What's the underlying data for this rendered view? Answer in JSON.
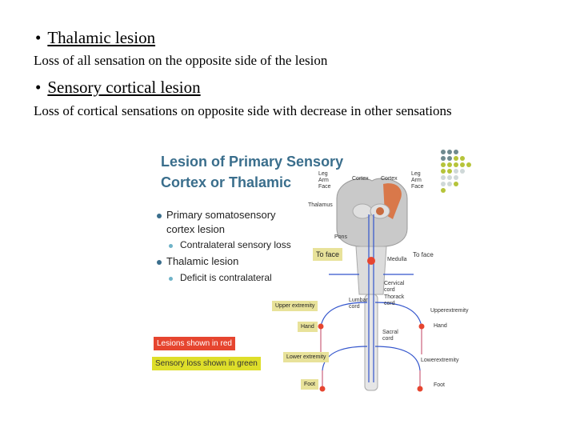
{
  "bullets": [
    {
      "heading": "Thalamic lesion",
      "text": "Loss of all sensation on the opposite side of the lesion"
    },
    {
      "heading": "Sensory cortical lesion",
      "text": "Loss of cortical sensations on opposite side with decrease in other sensations"
    }
  ],
  "figure": {
    "title_line1": "Lesion of Primary Sensory",
    "title_line2": "Cortex or Thalamic",
    "points": [
      "Primary somatosensory",
      "cortex lesion",
      "Contralateral sensory loss",
      "Thalamic lesion",
      "Deficit is contralateral"
    ],
    "labels": {
      "leg_l": "Leg",
      "arm_l": "Arm",
      "face_l": "Face",
      "cortex_l": "Cortex",
      "cortex_r": "Cortex",
      "leg_r": "Leg",
      "arm_r": "Arm",
      "face_r": "Face",
      "thalamus": "Thalamus",
      "pons": "Pons",
      "to_face_l": "To face",
      "to_face_r": "To face",
      "medulla": "Medulla",
      "cervical": "Cervical cord",
      "thoracic": "Thorack cord",
      "lumbar": "Lumbar cord",
      "upper_l": "Upper extremity",
      "upper_r": "Upperextremity",
      "hand_l": "Hand",
      "hand_r": "Hand",
      "sacral": "Sacral cord",
      "lower_l": "Lower extremity",
      "lower_r": "Lowerextremity",
      "foot_l": "Foot",
      "foot_r": "Foot"
    },
    "legend_red": "Lesions shown in red",
    "legend_green": "Sensory loss shown in green"
  },
  "colors": {
    "title": "#3a6e8c",
    "lesion": "#e6452f",
    "highlight": "#e8e29a",
    "pathway": "#3355cc"
  }
}
